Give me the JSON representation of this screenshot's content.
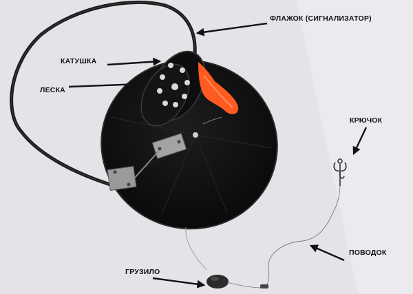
{
  "labels": {
    "flag": "ФЛАЖОК (СИГНАЛИЗАТОР)",
    "reel": "КАТУШКА",
    "line": "ЛЕСКА",
    "hook": "КРЮЧОК",
    "leader": "ПОВОДОК",
    "sinker": "ГРУЗИЛО"
  },
  "colors": {
    "background": "#e6e6ea",
    "disk": "#111111",
    "flag": "#ff5a1f",
    "text": "#111111"
  }
}
